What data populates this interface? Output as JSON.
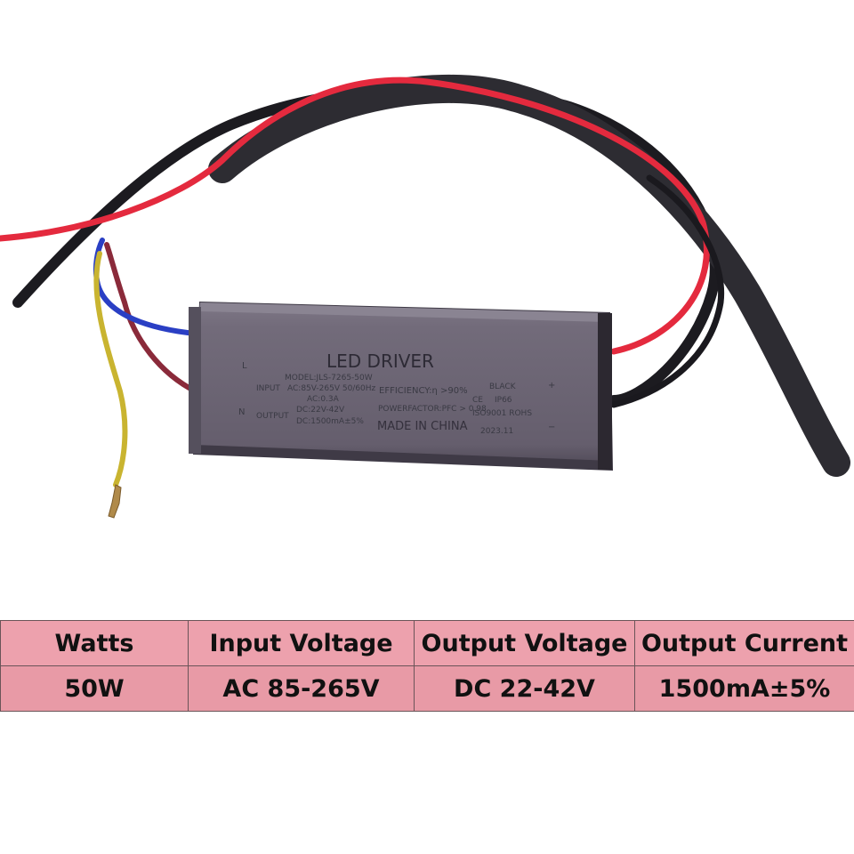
{
  "driver_label": {
    "title": "LED DRIVER",
    "model": "MODEL:JLS-7265-50W",
    "input_label": "INPUT",
    "input_spec": "AC:85V-265V 50/60Hz",
    "input_current": "AC:0.3A",
    "output_label": "OUTPUT",
    "output_voltage": "DC:22V-42V",
    "output_current": "DC:1500mA±5%",
    "efficiency": "EFFICIENCY:η >90%",
    "power_factor": "POWERFACTOR:PFC > 0.98",
    "color": "BLACK",
    "ce_mark": "CE",
    "ip_rating": "IP66",
    "certification": "ISO9001 ROHS",
    "origin": "MADE IN CHINA",
    "date": "2023.11",
    "terminal_live": "L",
    "terminal_neutral": "N",
    "terminal_plus": "+",
    "terminal_minus": "−"
  },
  "spec_table": {
    "headers": [
      "Watts",
      "Input Voltage",
      "Output Voltage",
      "Output Current"
    ],
    "values": [
      "50W",
      "AC 85-265V",
      "DC 22-42V",
      "1500mA±5%"
    ]
  },
  "colors": {
    "header_bg": "#eda1ad",
    "value_bg": "#e89aa6",
    "driver_body": "#6c6474",
    "wire_red": "#e42a3e",
    "wire_black": "#1c1b20",
    "wire_blue": "#2a3fc4",
    "wire_yellow": "#c9b430"
  }
}
